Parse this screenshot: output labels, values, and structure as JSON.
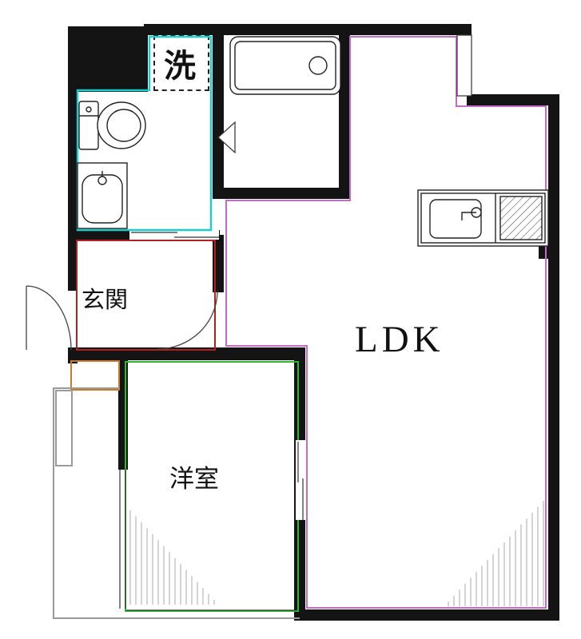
{
  "colors": {
    "wall": "#141414",
    "washroom_outline": "#1ecbcb",
    "entrance_outline": "#b32020",
    "bedroom_outline": "#2eb82e",
    "ldk_outline": "#c46cc4",
    "shoebox_outline": "#cd7a2a",
    "balcony_outline": "#9a9a9a",
    "fan_hatch": "#aaaaaa"
  },
  "rooms": {
    "laundry": {
      "label": "洗"
    },
    "entrance": {
      "label": "玄関"
    },
    "bedroom": {
      "label": "洋室"
    },
    "ldk": {
      "label": "LDK"
    }
  }
}
